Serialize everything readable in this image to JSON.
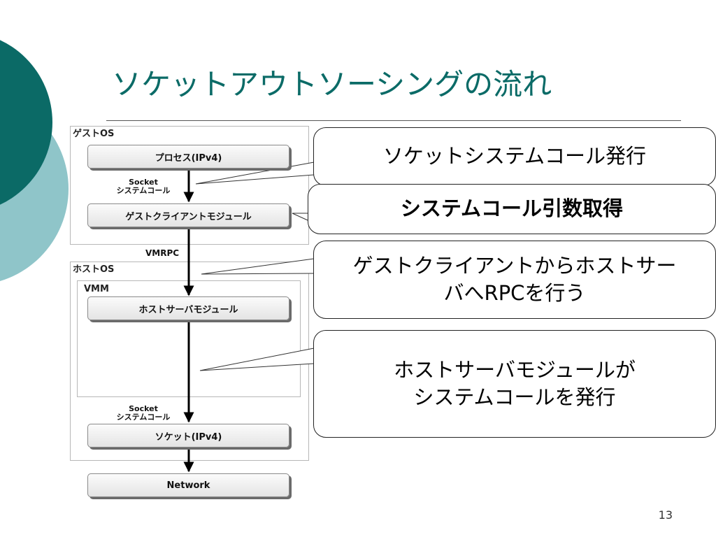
{
  "title": "ソケットアウトソーシングの流れ",
  "page_number": "13",
  "diagram": {
    "guest_os_label": "ゲストOS",
    "host_os_label": "ホストOS",
    "vmm_label": "VMM",
    "vmrpc_label": "VMRPC",
    "socket_call_1": [
      "Socket",
      "システムコール"
    ],
    "socket_call_2": [
      "Socket",
      "システムコール"
    ],
    "modules": {
      "process": "プロセス(IPv4)",
      "guest_client": "ゲストクライアントモジュール",
      "host_server": "ホストサーバモジュール",
      "socket": "ソケット(IPv4)",
      "network": "Network"
    }
  },
  "callouts": [
    [
      "ソケットシステムコール発行"
    ],
    [
      "システムコール引数取得"
    ],
    [
      "ゲストクライアントからホストサー",
      "バへRPCを行う"
    ],
    [
      "ホストサーバモジュールが",
      "システムコールを発行"
    ]
  ],
  "colors": {
    "title": "#0b6b67",
    "circle_dark": "#0b6a66",
    "circle_light": "#8fc5c9"
  }
}
